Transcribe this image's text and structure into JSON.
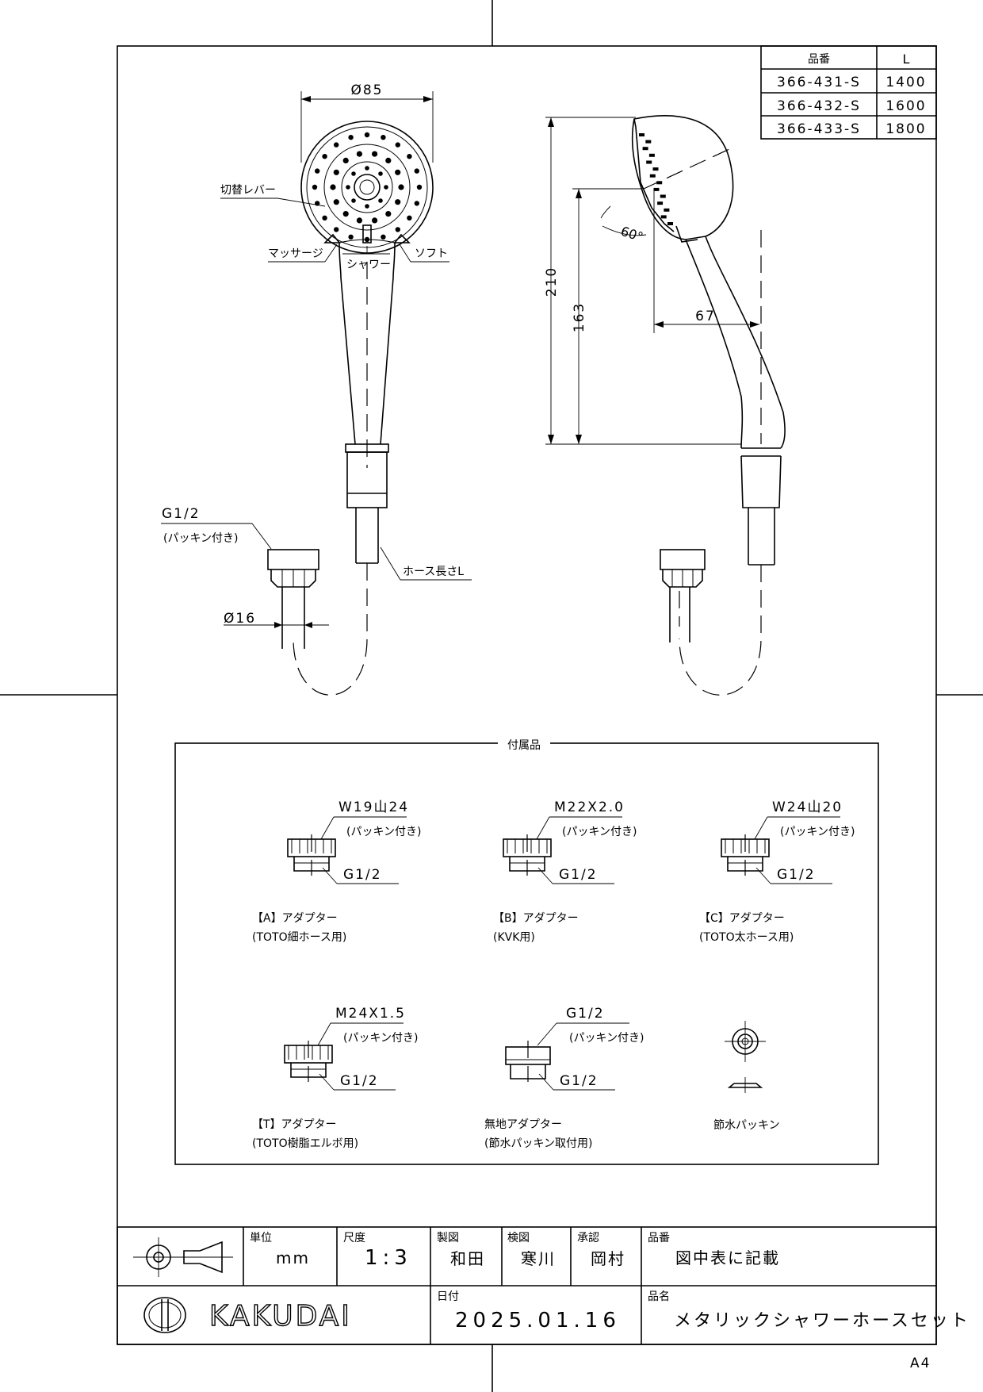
{
  "table": {
    "headers": [
      "品番",
      "L"
    ],
    "rows": [
      [
        "366-431-S",
        "1400"
      ],
      [
        "366-432-S",
        "1600"
      ],
      [
        "366-433-S",
        "1800"
      ]
    ]
  },
  "front_view": {
    "dia_head": "Ø85",
    "lever": "切替レバー",
    "massage": "マッサージ",
    "shower": "シャワー",
    "soft": "ソフト",
    "g12": "G1/2",
    "packing": "(パッキン付き)",
    "dia_hose": "Ø16",
    "hose_length": "ホース長さL"
  },
  "side_view": {
    "dim_210": "210",
    "dim_163": "163",
    "dim_67": "67",
    "angle": "60°"
  },
  "accessories": {
    "title": "付属品",
    "items": [
      {
        "thread": "W19山24",
        "packing": "(パッキン付き)",
        "base": "G1/2",
        "label": "【A】アダプター",
        "sub": "(TOTO細ホース用)"
      },
      {
        "thread": "M22X2.0",
        "packing": "(パッキン付き)",
        "base": "G1/2",
        "label": "【B】アダプター",
        "sub": "(KVK用)"
      },
      {
        "thread": "W24山20",
        "packing": "(パッキン付き)",
        "base": "G1/2",
        "label": "【C】アダプター",
        "sub": "(TOTO太ホース用)"
      },
      {
        "thread": "M24X1.5",
        "packing": "(パッキン付き)",
        "base": "G1/2",
        "label": "【T】アダプター",
        "sub": "(TOTO樹脂エルボ用)"
      },
      {
        "thread": "G1/2",
        "packing": "(パッキン付き)",
        "base": "G1/2",
        "label": "無地アダプター",
        "sub": "(節水パッキン取付用)"
      }
    ],
    "packing_label": "節水パッキン"
  },
  "title_block": {
    "unit_label": "単位",
    "unit": "mm",
    "scale_label": "尺度",
    "scale": "1:3",
    "drawn_label": "製図",
    "drawn": "和田",
    "checked_label": "検図",
    "checked": "寒川",
    "approved_label": "承認",
    "approved": "岡村",
    "part_no_label": "品番",
    "part_no": "図中表に記載",
    "date_label": "日付",
    "date": "2025.01.16",
    "name_label": "品名",
    "name": "メタリックシャワーホースセット",
    "logo": "KAKUDAI",
    "paper": "A4"
  }
}
